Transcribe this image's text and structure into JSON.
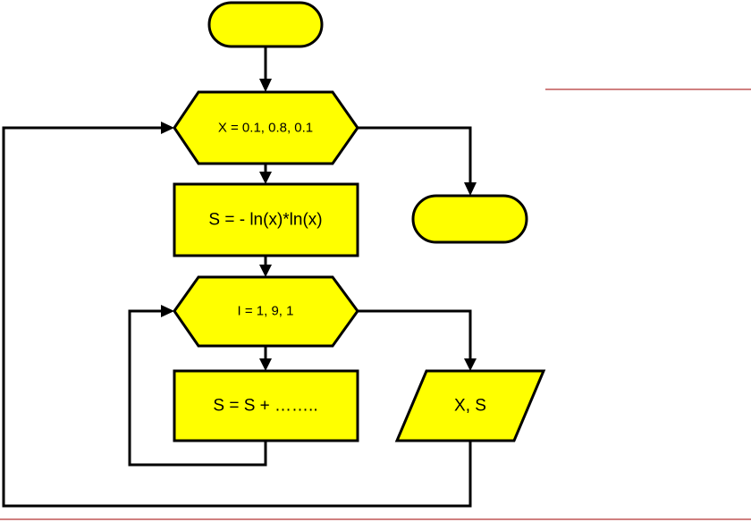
{
  "flowchart": {
    "start": "",
    "outer_loop": "X = 0.1, 0.8, 0.1",
    "init_process": "S = - ln(x)*ln(x)",
    "inner_loop": "I = 1, 9, 1",
    "sum_process": "S = S + ……..",
    "output": "X, S",
    "end": ""
  },
  "colors": {
    "shape_fill": "#ffff00",
    "stroke": "#000000",
    "rule_lines": "#a00000"
  }
}
